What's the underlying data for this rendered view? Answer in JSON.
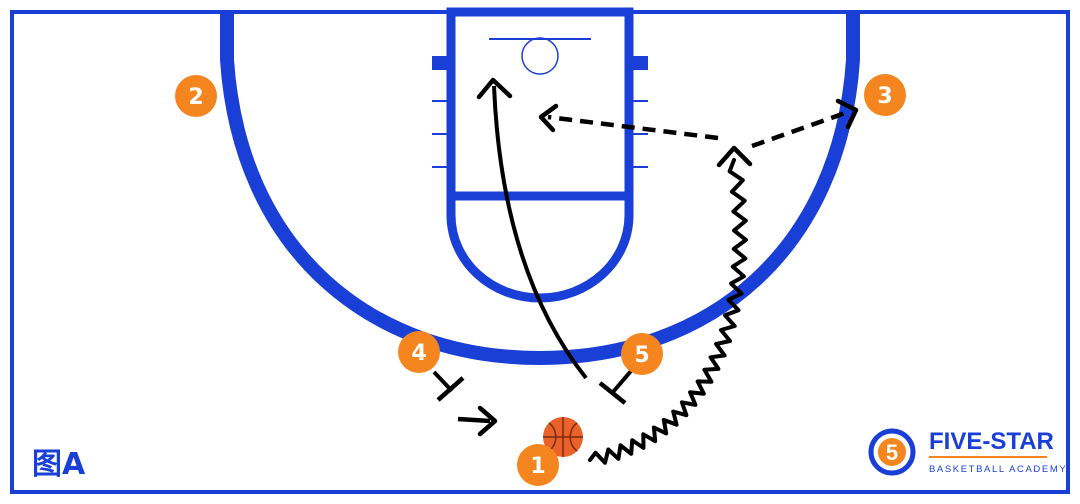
{
  "caption": "图A",
  "colors": {
    "court_line": "#1a3fd6",
    "player": "#f5861f",
    "player_text": "#ffffff",
    "path": "#000000",
    "caption_text": "#1a3fd6",
    "brand_text": "#1a3fd6",
    "brand_accent": "#f5861f"
  },
  "players": [
    {
      "number": "1"
    },
    {
      "number": "2"
    },
    {
      "number": "3"
    },
    {
      "number": "4"
    },
    {
      "number": "5"
    }
  ],
  "movements": [
    {
      "type": "dribble",
      "player": "1"
    },
    {
      "type": "pass",
      "from": "1",
      "to": "3"
    },
    {
      "type": "pass",
      "from": "1",
      "to": "paint"
    },
    {
      "type": "cut",
      "player": "5"
    },
    {
      "type": "screen",
      "player": "4"
    },
    {
      "type": "screen",
      "player": "5"
    },
    {
      "type": "cut",
      "player": "4"
    }
  ],
  "logo": {
    "mark": "5",
    "name": "FIVE-STAR",
    "tagline": "BASKETBALL ACADEMY"
  }
}
